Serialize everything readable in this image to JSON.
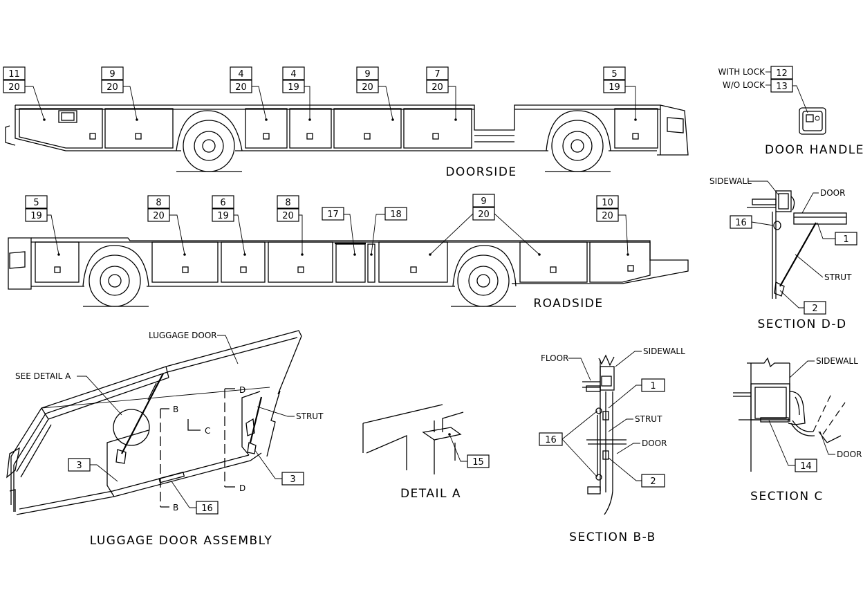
{
  "views": {
    "doorside": "DOORSIDE",
    "roadside": "ROADSIDE",
    "door_handle": "DOOR HANDLE",
    "section_dd": "SECTION D-D",
    "luggage_door_assembly": "LUGGAGE DOOR ASSEMBLY",
    "detail_a": "DETAIL A",
    "section_bb": "SECTION B-B",
    "section_c": "SECTION C"
  },
  "doorside_callouts": [
    {
      "top": "11",
      "bottom": "20"
    },
    {
      "top": "9",
      "bottom": "20"
    },
    {
      "top": "4",
      "bottom": "20"
    },
    {
      "top": "4",
      "bottom": "19"
    },
    {
      "top": "9",
      "bottom": "20"
    },
    {
      "top": "7",
      "bottom": "20"
    },
    {
      "top": "5",
      "bottom": "19"
    }
  ],
  "roadside_callouts": [
    {
      "top": "5",
      "bottom": "19"
    },
    {
      "top": "8",
      "bottom": "20"
    },
    {
      "top": "6",
      "bottom": "19"
    },
    {
      "top": "8",
      "bottom": "20"
    },
    {
      "top": "9",
      "bottom": "20"
    },
    {
      "top": "10",
      "bottom": "20"
    }
  ],
  "roadside_single_callouts": [
    "17",
    "18"
  ],
  "door_handle": {
    "with_lock_label": "WITH LOCK",
    "with_lock_part": "12",
    "without_lock_label": "W/O LOCK",
    "without_lock_part": "13"
  },
  "section_dd": {
    "sidewall": "SIDEWALL",
    "door": "DOOR",
    "strut": "STRUT",
    "parts": [
      "16",
      "1",
      "2"
    ]
  },
  "luggage_door_assembly": {
    "luggage_door": "LUGGAGE DOOR",
    "see_detail_a": "SEE DETAIL A",
    "strut": "STRUT",
    "section_marks": {
      "b": "B",
      "c": "C",
      "d": "D"
    },
    "parts": [
      "3",
      "3",
      "16"
    ]
  },
  "detail_a": {
    "part": "15"
  },
  "section_bb": {
    "floor": "FLOOR",
    "sidewall": "SIDEWALL",
    "strut": "STRUT",
    "door": "DOOR",
    "parts": [
      "1",
      "16",
      "2"
    ]
  },
  "section_c": {
    "sidewall": "SIDEWALL",
    "door": "DOOR",
    "part": "14"
  }
}
